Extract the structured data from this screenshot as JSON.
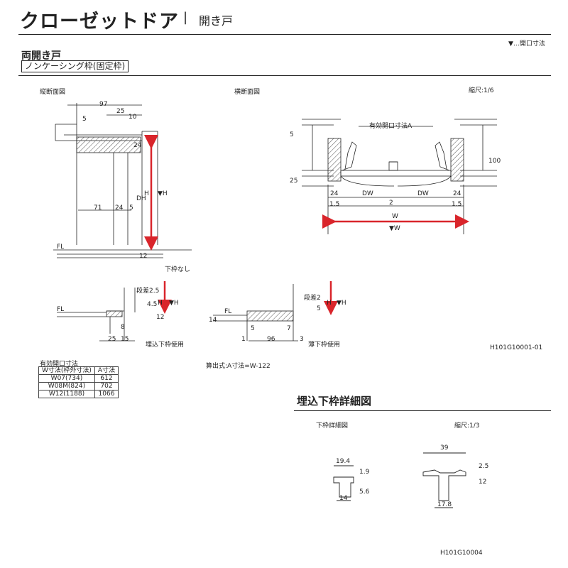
{
  "header": {
    "title": "クローゼットドア",
    "separator": "|",
    "subtitle": "開き戸",
    "legend": "▼…開口寸法"
  },
  "section": {
    "name": "両開き戸",
    "frame_type": "ノンケーシング枠(固定枠)"
  },
  "vertical_section": {
    "label": "縦断面図",
    "dims": [
      "97",
      "5",
      "25",
      "10",
      "24",
      "DH",
      "H",
      "▼H",
      "71",
      "24",
      "5",
      "12",
      "FL"
    ],
    "note": "下枠なし"
  },
  "horizontal_section": {
    "label": "横断面図",
    "scale": "縮尺:1/6",
    "dims": [
      "有効開口寸法A",
      "5",
      "25",
      "100",
      "24",
      "24",
      "DW",
      "DW",
      "2",
      "1.5",
      "1.5",
      "W",
      "▼W"
    ]
  },
  "details": {
    "embedded": {
      "label": "埋込下枠使用",
      "dims": [
        "FL",
        "段差2.5",
        "4.5",
        "12",
        "H",
        "▼H",
        "25",
        "15",
        "8"
      ]
    },
    "thin": {
      "label": "薄下枠使用",
      "dims": [
        "FL",
        "段差2",
        "5",
        "H",
        "▼H",
        "14",
        "5",
        "7",
        "1",
        "96",
        "3"
      ]
    }
  },
  "drawing_code_1": "H101G10001-01",
  "formula": "算出式:A寸法=W-122",
  "opening_table": {
    "title": "有効開口寸法",
    "headers": [
      "W寸法(枠外寸法)",
      "A寸法"
    ],
    "rows": [
      [
        "W07(734)",
        "612"
      ],
      [
        "W08M(824)",
        "702"
      ],
      [
        "W12(1188)",
        "1066"
      ]
    ]
  },
  "sill_detail": {
    "title": "埋込下枠詳細図",
    "label": "下枠詳細図",
    "scale": "縮尺:1/3",
    "dims_small": [
      "19.4",
      "1.9",
      "5.6",
      "14"
    ],
    "dims_large": [
      "39",
      "2.5",
      "12",
      "17.8"
    ]
  },
  "drawing_code_2": "H101G10004",
  "colors": {
    "line": "#222222",
    "accent_arrow": "#d9252b",
    "hatch": "#555555"
  }
}
